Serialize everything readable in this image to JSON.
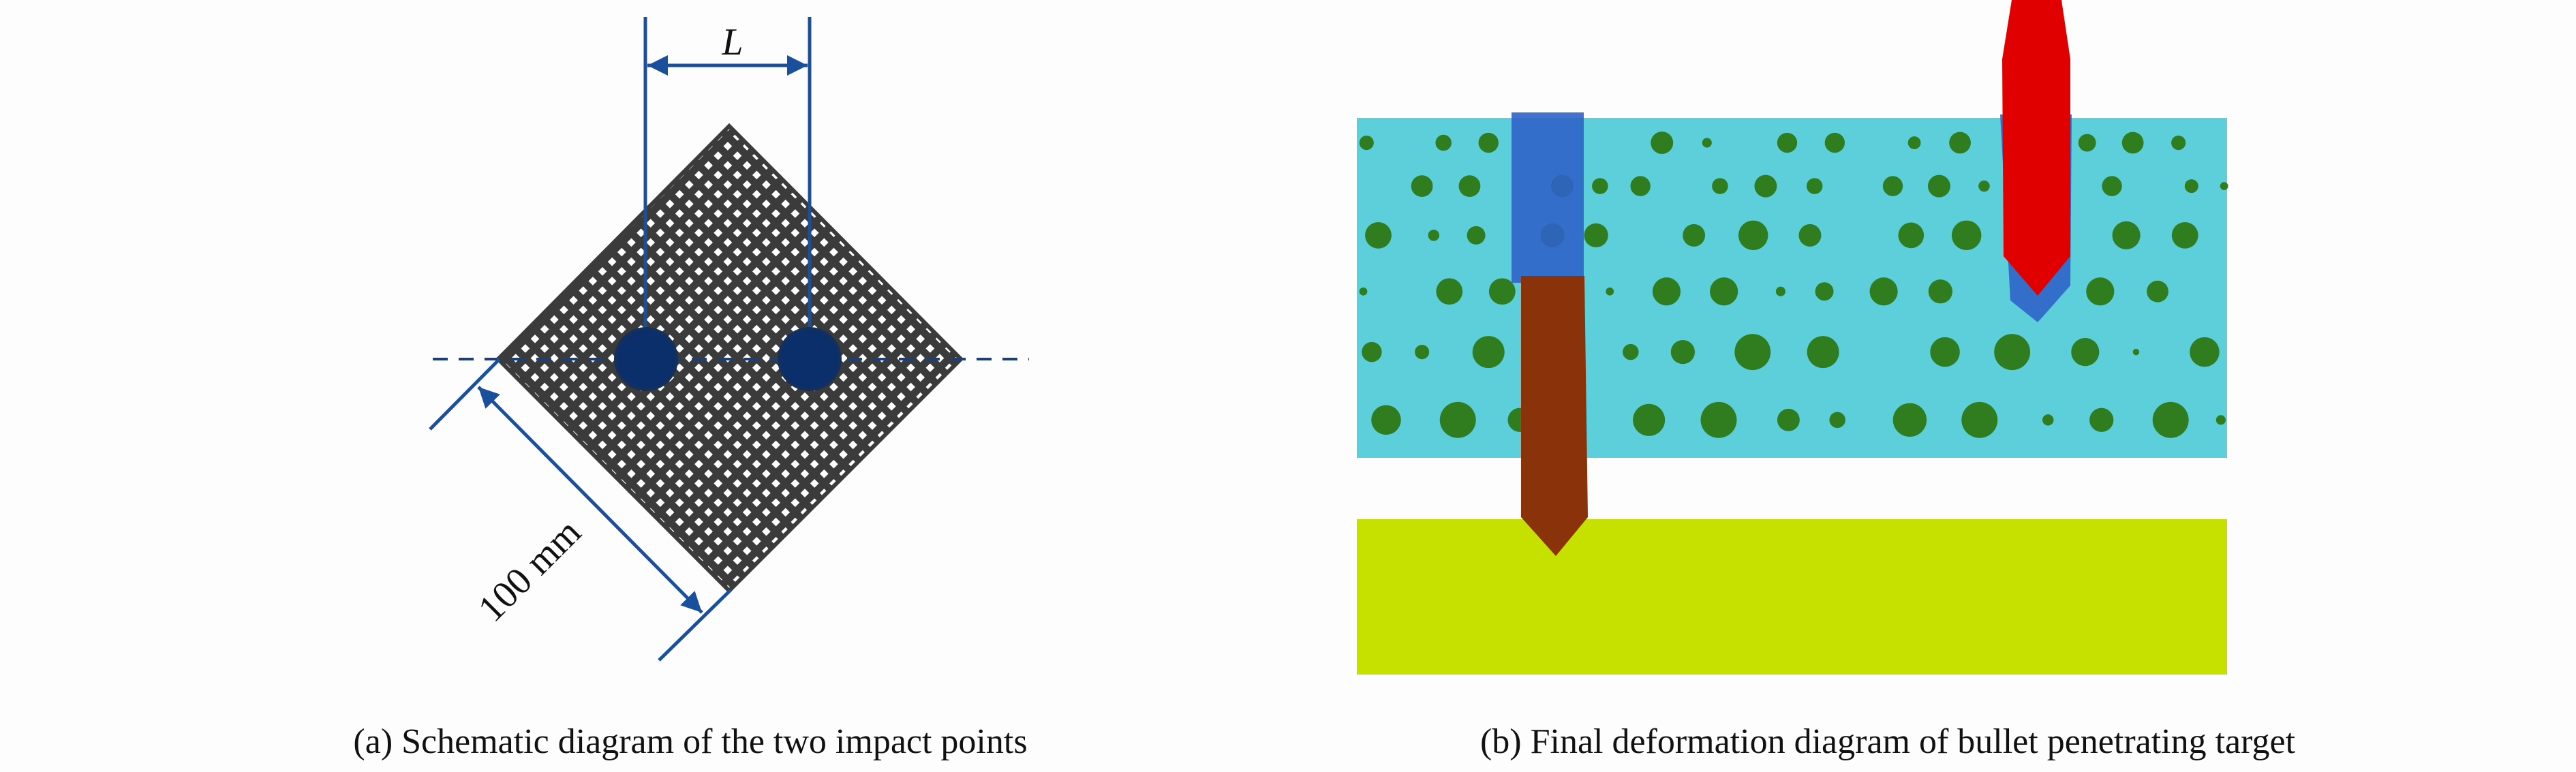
{
  "panel_a": {
    "dimension_L": "L",
    "dimension_side": "100 mm",
    "caption": "(a) Schematic diagram of the two impact points"
  },
  "panel_b": {
    "caption": "(b) Final deformation diagram of bullet penetrating target"
  },
  "colors": {
    "line_blue": "#1a4f9c",
    "impact_point": "#0b2f6b",
    "plate_dark": "#3b3b3b",
    "matrix_cyan": "#5dcfda",
    "particle_green": "#2f7d1f",
    "back_plate_yellow": "#c6e000",
    "bullet_red": "#e00000",
    "bullet_brown": "#8a3209",
    "damage_blue": "#2f63c8"
  }
}
